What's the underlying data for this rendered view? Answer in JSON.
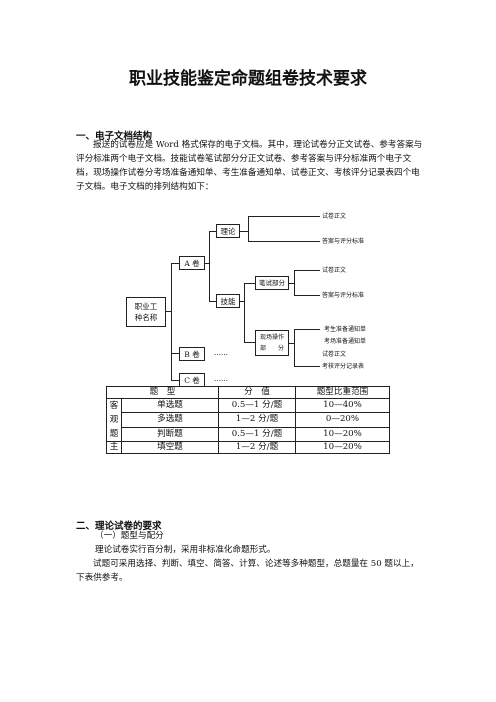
{
  "doc": {
    "title": "职业技能鉴定命题组卷技术要求",
    "s1_heading": "一、电子文档结构",
    "s1_para": "报送的试卷应是 Word 格式保存的电子文档。其中，理论试卷分正文试卷、参考答案与评分标准两个电子文档。技能试卷笔试部分分正文试卷、参考答案与评分标准两个电子文档，现场操作试卷分考场准备通知单、考生准备通知单、试卷正文、考核评分记录表四个电子文档。电子文档的排列结构如下：",
    "s2_heading": "二、理论试卷的要求",
    "s2_sub": "（一）题型与配分",
    "s2_p1": "理论试卷实行百分制，采用非标准化命题形式。",
    "s2_p2": "试题可采用选择、判断、填空、简答、计算、论述等多种题型，总题量在 50 题以上，下表供参考。"
  },
  "diagram": {
    "root": [
      "职业工",
      "种名称"
    ],
    "a": "A 卷",
    "b": "B 卷",
    "c": "C 卷",
    "ellipsis": "……",
    "theory": "理论",
    "skill": "技能",
    "written": "笔试部分",
    "field1": "现场操作",
    "field2": "部　　分",
    "t_main": "试卷正文",
    "t_ans": "答案与评分标准",
    "w_main": "试卷正文",
    "w_ans": "答案与评分标准",
    "f1": "考生准备通知单",
    "f2": "考场准备通知单",
    "f3": "试卷正文",
    "f4": "考核评分记录表"
  },
  "table": {
    "headers": [
      "题　型",
      "分　值",
      "题型比重范围"
    ],
    "group1": [
      "客",
      "观",
      "题"
    ],
    "group2": "主",
    "rows": [
      [
        "单选题",
        "0.5—1 分/题",
        "10—40%"
      ],
      [
        "多选题",
        "1—2 分/题",
        "0—20%"
      ],
      [
        "判断题",
        "0.5—1 分/题",
        "10—20%"
      ],
      [
        "填空题",
        "1—2 分/题",
        "10—20%"
      ]
    ]
  }
}
